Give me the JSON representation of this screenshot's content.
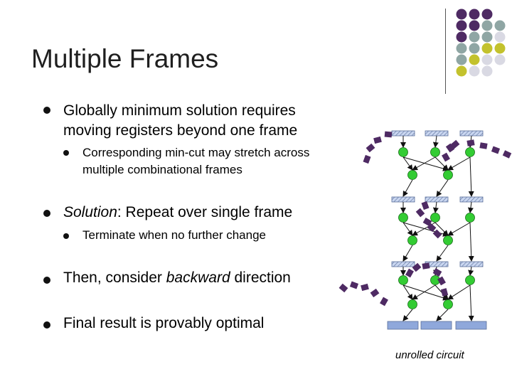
{
  "slide": {
    "title": "Multiple Frames",
    "bullets": [
      {
        "text_line1": "Globally minimum solution requires",
        "text_line2": "moving registers beyond one frame"
      },
      {
        "sub_line1": "Corresponding min-cut may stretch across",
        "sub_line2": "multiple combinational frames"
      },
      {
        "italic_prefix": "Solution",
        "rest": ": Repeat over single frame"
      },
      {
        "sub": "Terminate when no further change"
      },
      {
        "prefix": "Then, consider ",
        "italic": "backward",
        "suffix": " direction"
      },
      {
        "text": "Final result is provably optimal"
      }
    ],
    "caption": "unrolled circuit"
  },
  "colors": {
    "purple": "#4e2a63",
    "gray_blue": "#8fa6a4",
    "olive": "#c3c22d",
    "lavender": "#d9d9e3",
    "node_green": "#33cc33",
    "register_blue": "#8fa8db"
  }
}
